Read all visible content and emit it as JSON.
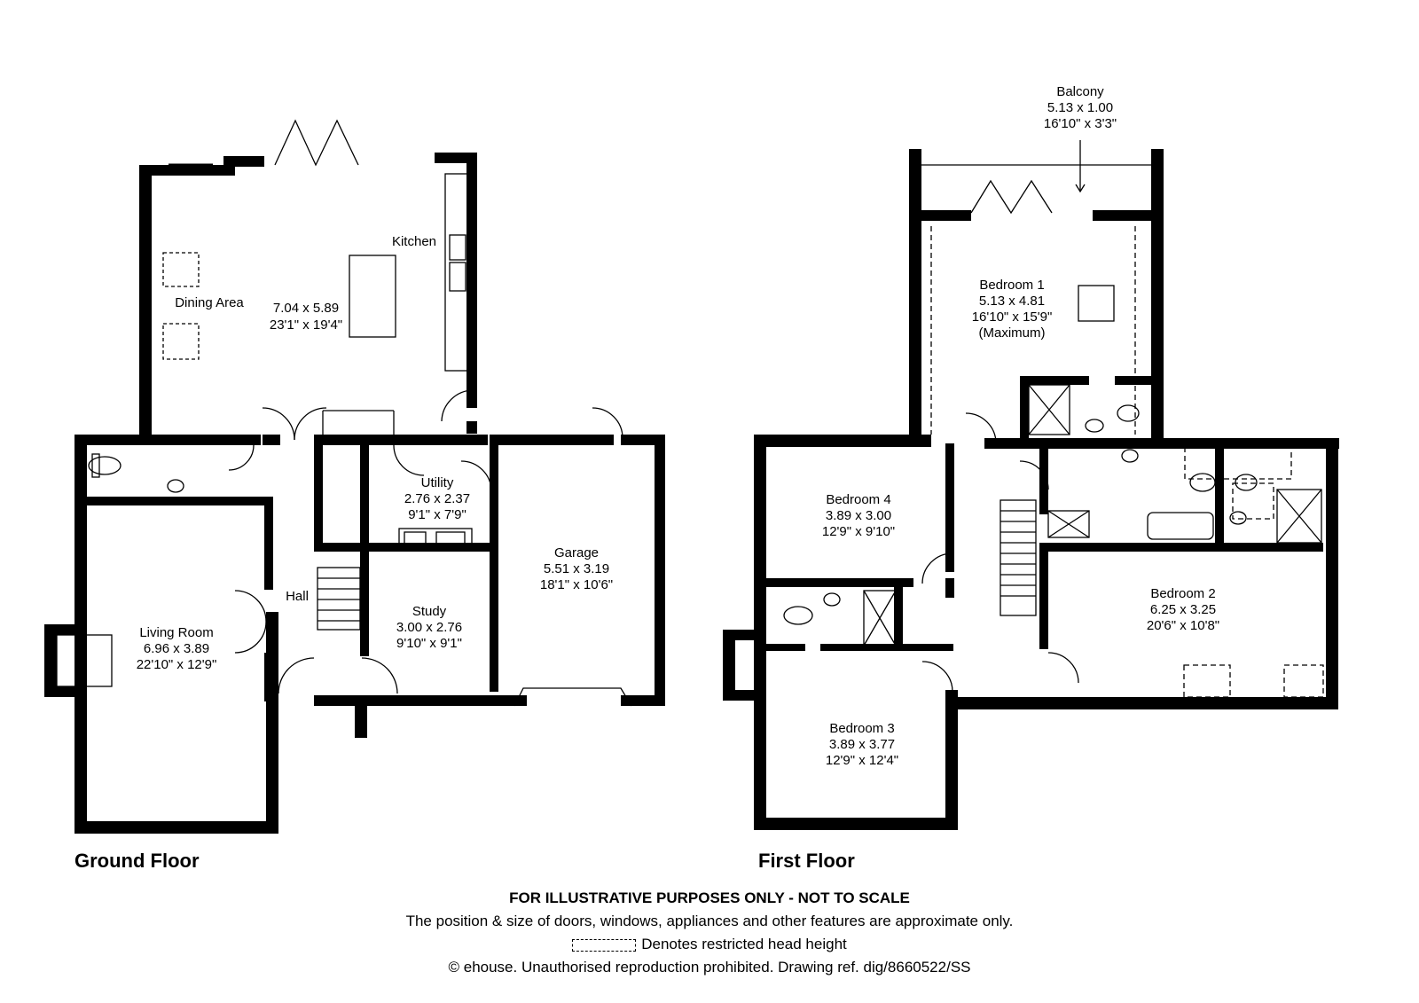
{
  "ground_floor": {
    "title": "Ground Floor",
    "rooms": {
      "kitchen": {
        "name": "Kitchen"
      },
      "dining": {
        "name": "Dining Area"
      },
      "kitchen_dims": {
        "metric": "7.04 x 5.89",
        "imperial": "23'1\" x 19'4\""
      },
      "utility": {
        "name": "Utility",
        "metric": "2.76 x 2.37",
        "imperial": "9'1\" x 7'9\""
      },
      "garage": {
        "name": "Garage",
        "metric": "5.51 x 3.19",
        "imperial": "18'1\" x 10'6\""
      },
      "study": {
        "name": "Study",
        "metric": "3.00 x 2.76",
        "imperial": "9'10\" x 9'1\""
      },
      "hall": {
        "name": "Hall"
      },
      "living": {
        "name": "Living Room",
        "metric": "6.96 x 3.89",
        "imperial": "22'10\" x 12'9\""
      }
    }
  },
  "first_floor": {
    "title": "First Floor",
    "rooms": {
      "balcony": {
        "name": "Balcony",
        "metric": "5.13 x 1.00",
        "imperial": "16'10\" x 3'3\""
      },
      "bedroom1": {
        "name": "Bedroom 1",
        "metric": "5.13 x 4.81",
        "imperial": "16'10\" x 15'9\"",
        "note": "(Maximum)"
      },
      "bedroom4": {
        "name": "Bedroom 4",
        "metric": "3.89 x 3.00",
        "imperial": "12'9\" x 9'10\""
      },
      "bedroom2": {
        "name": "Bedroom 2",
        "metric": "6.25 x 3.25",
        "imperial": "20'6\" x 10'8\""
      },
      "bedroom3": {
        "name": "Bedroom 3",
        "metric": "3.89 x 3.77",
        "imperial": "12'9\" x 12'4\""
      }
    }
  },
  "footer": {
    "headline": "FOR ILLUSTRATIVE PURPOSES ONLY - NOT TO SCALE",
    "disclaimer": "The position & size of doors, windows, appliances and other features are approximate only.",
    "legend": "Denotes restricted head height",
    "copyright": "© ehouse. Unauthorised reproduction prohibited. Drawing ref. dig/8660522/SS"
  }
}
